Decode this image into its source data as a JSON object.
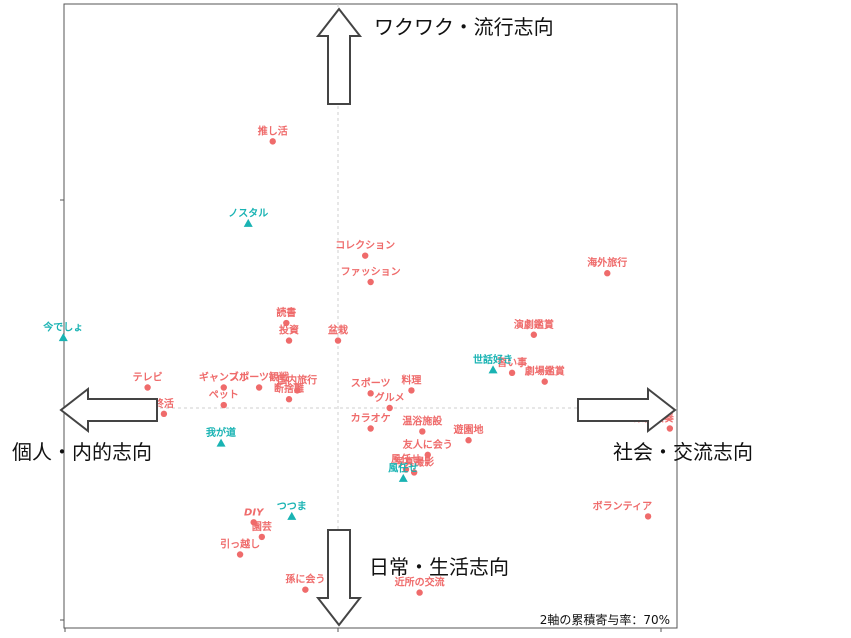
{
  "chart_data": {
    "type": "scatter",
    "xlim": [
      -1.2,
      1.2
    ],
    "ylim": [
      -1.0,
      1.0
    ],
    "grid": false,
    "origin_lines": true,
    "colors": {
      "activity": "#ef6b6b",
      "segment": "#19b3b3",
      "frame": "#555555",
      "origin_line": "#cfcfcf",
      "arrow_stroke": "#444444"
    },
    "directions": {
      "up": "ワクワク・流行志向",
      "down": "日常・生活志向",
      "left": "個人・内的志向",
      "right": "社会・交流志向"
    },
    "note": "2軸の累積寄与率：70%",
    "series": [
      {
        "marker": "circle",
        "color": "#ef6b6b",
        "points": [
          {
            "label": "推し活",
            "x": -0.24,
            "y": 0.91
          },
          {
            "label": "コレクション",
            "x": 0.1,
            "y": 0.52
          },
          {
            "label": "ファッション",
            "x": 0.12,
            "y": 0.43
          },
          {
            "label": "海外旅行",
            "x": 0.99,
            "y": 0.46
          },
          {
            "label": "読書",
            "x": -0.19,
            "y": 0.29
          },
          {
            "label": "投資",
            "x": -0.18,
            "y": 0.23
          },
          {
            "label": "盆栽",
            "x": 0.0,
            "y": 0.23
          },
          {
            "label": "演劇鑑賞",
            "x": 0.72,
            "y": 0.25
          },
          {
            "label": "習い事",
            "x": 0.64,
            "y": 0.12
          },
          {
            "label": "劇場鑑賞",
            "x": 0.76,
            "y": 0.09
          },
          {
            "label": "テレビ",
            "x": -0.7,
            "y": 0.07
          },
          {
            "label": "ギャンブル",
            "x": -0.42,
            "y": 0.07
          },
          {
            "label": "スポーツ観戦",
            "x": -0.29,
            "y": 0.07
          },
          {
            "label": "国内旅行",
            "x": -0.15,
            "y": 0.06
          },
          {
            "label": "料理",
            "x": 0.27,
            "y": 0.06
          },
          {
            "label": "スポーツ",
            "x": 0.12,
            "y": 0.05
          },
          {
            "label": "ペット",
            "x": -0.42,
            "y": 0.01
          },
          {
            "label": "断捨離",
            "x": -0.18,
            "y": 0.03
          },
          {
            "label": "終活",
            "x": -0.64,
            "y": -0.02
          },
          {
            "label": "グルメ",
            "x": 0.19,
            "y": 0.0
          },
          {
            "label": "カラオケ",
            "x": 0.12,
            "y": -0.07
          },
          {
            "label": "温浴施設",
            "x": 0.31,
            "y": -0.08
          },
          {
            "label": "遊園地",
            "x": 0.48,
            "y": -0.11
          },
          {
            "label": "友人に会う",
            "x": 0.33,
            "y": -0.16
          },
          {
            "label": "風任せ",
            "x": 0.25,
            "y": -0.21
          },
          {
            "label": "写真撮影",
            "x": 0.28,
            "y": -0.22
          },
          {
            "label": "楽器演奏",
            "x": 1.22,
            "y": -0.07
          },
          {
            "label": "DIY",
            "x": -0.31,
            "y": -0.39
          },
          {
            "label": "園芸",
            "x": -0.28,
            "y": -0.44
          },
          {
            "label": "ボランティア",
            "x": 1.14,
            "y": -0.37
          },
          {
            "label": "引っ越し",
            "x": -0.36,
            "y": -0.5
          },
          {
            "label": "近所の交流",
            "x": 0.3,
            "y": -0.63
          },
          {
            "label": "孫に会う",
            "x": -0.12,
            "y": -0.62
          }
        ]
      },
      {
        "marker": "triangle",
        "color": "#19b3b3",
        "points": [
          {
            "label": "ノスタル",
            "x": -0.33,
            "y": 0.63
          },
          {
            "label": "今でしょ",
            "x": -1.01,
            "y": 0.24
          },
          {
            "label": "世話好き",
            "x": 0.57,
            "y": 0.13
          },
          {
            "label": "我が道",
            "x": -0.43,
            "y": -0.12
          },
          {
            "label": "風任せ",
            "x": 0.24,
            "y": -0.24
          },
          {
            "label": "つつま",
            "x": -0.17,
            "y": -0.37
          }
        ]
      }
    ]
  }
}
